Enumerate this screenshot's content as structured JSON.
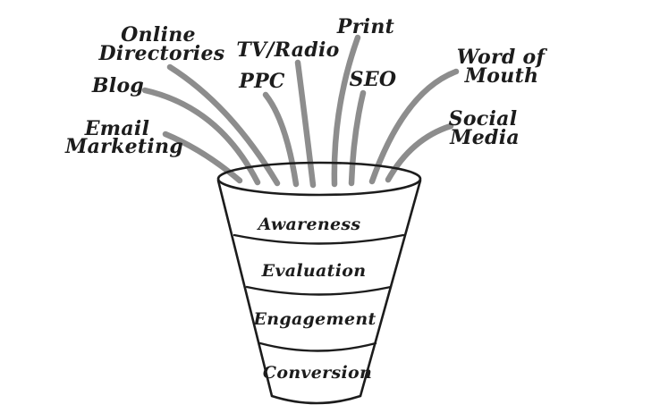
{
  "diagram": {
    "type": "marketing-funnel",
    "colors": {
      "background": "#ffffff",
      "arrow": "#8d8d8d",
      "outline": "#1c1c1c",
      "text": "#1c1c1c"
    }
  },
  "channels": [
    {
      "id": "email-marketing",
      "lines": [
        "Email",
        "Marketing"
      ]
    },
    {
      "id": "blog",
      "lines": [
        "Blog"
      ]
    },
    {
      "id": "online-directories",
      "lines": [
        "Online",
        "Directories"
      ]
    },
    {
      "id": "ppc",
      "lines": [
        "PPC"
      ]
    },
    {
      "id": "tv-radio",
      "lines": [
        "TV/Radio"
      ]
    },
    {
      "id": "print",
      "lines": [
        "Print"
      ]
    },
    {
      "id": "seo",
      "lines": [
        "SEO"
      ]
    },
    {
      "id": "word-of-mouth",
      "lines": [
        "Word of",
        "Mouth"
      ]
    },
    {
      "id": "social-media",
      "lines": [
        "Social",
        "Media"
      ]
    }
  ],
  "funnel": {
    "sections": [
      {
        "label": "Awareness"
      },
      {
        "label": "Evaluation"
      },
      {
        "label": "Engagement"
      },
      {
        "label": "Conversion"
      }
    ]
  }
}
